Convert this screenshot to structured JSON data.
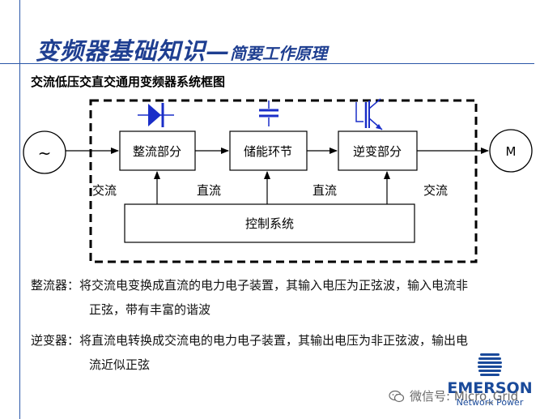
{
  "title": {
    "main": "变频器基础知识",
    "dash": "—",
    "sub": "简要工作原理"
  },
  "subtitle": "交流低压交直交通用变频器系统框图",
  "diagram": {
    "source_symbol": "~",
    "motor_label": "M",
    "rectifier": "整流部分",
    "storage": "储能环节",
    "inverter": "逆变部分",
    "control": "控制系统",
    "labels": {
      "ac_in": "交流",
      "dc1": "直流",
      "dc2": "直流",
      "ac_out": "交流"
    }
  },
  "descriptions": [
    {
      "term": "整流器：",
      "line1": "将交流电变换成直流的电力电子装置，其输入电压为正弦波，输入电流非",
      "line2": "正弦，带有丰富的谐波"
    },
    {
      "term": "逆变器：",
      "line1": "将直流电转换成交流电的电力电子装置，其输出电压为非正弦波，输出电",
      "line2": "流近似正弦"
    }
  ],
  "logo": {
    "brand": "EMERSON",
    "tagline": "Network Power"
  },
  "watermark": "微信号: Micro_Grid",
  "colors": {
    "title": "#1f3f91",
    "rule": "#2a56a8",
    "device": "#1a2ec8",
    "logo": "#1a4a9a"
  }
}
